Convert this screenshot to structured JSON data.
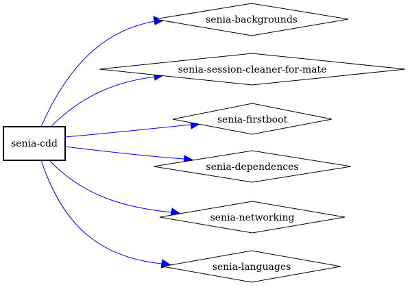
{
  "diagram": {
    "root": {
      "label": "senia-cdd"
    },
    "targets": [
      {
        "label": "senia-backgrounds"
      },
      {
        "label": "senia-session-cleaner-for-mate"
      },
      {
        "label": "senia-firstboot"
      },
      {
        "label": "senia-dependences"
      },
      {
        "label": "senia-networking"
      },
      {
        "label": "senia-languages"
      }
    ]
  },
  "colors": {
    "edge": "#0000ff",
    "node_stroke": "#000000",
    "background": "#ffffff"
  }
}
